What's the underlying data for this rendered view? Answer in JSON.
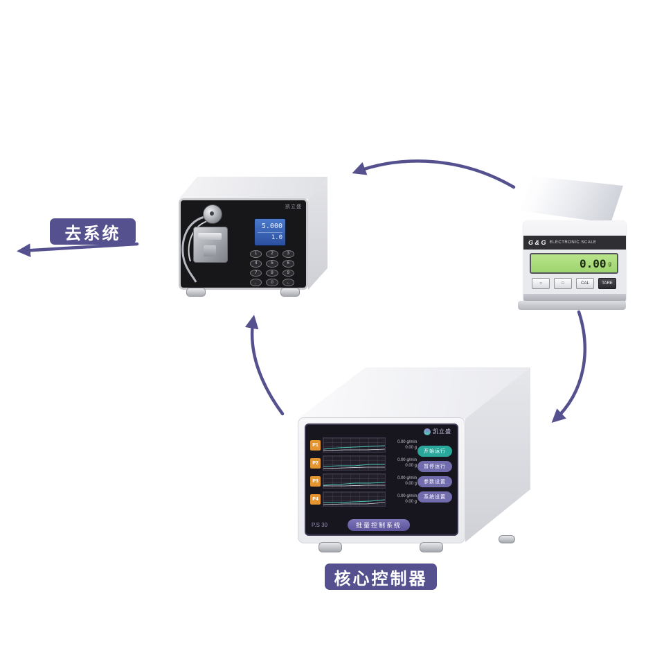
{
  "colors": {
    "accent": "#55518F"
  },
  "labels": {
    "to_system": "去系统",
    "core_controller": "核心控制器"
  },
  "pump": {
    "brand": "凯立盛",
    "screen": {
      "line1": "5.000",
      "line2": "1.0"
    },
    "keypad": [
      "1",
      "2",
      "3",
      "4",
      "5",
      "6",
      "7",
      "8",
      "9",
      ".",
      "0",
      "←"
    ]
  },
  "scale": {
    "brand": "G & G",
    "title": "ELECTRONIC SCALE",
    "display": "0.00",
    "unit": "g",
    "buttons": [
      "○",
      "□",
      "CAL",
      "TARE"
    ]
  },
  "controller": {
    "model": "P.S 30",
    "system_label": "批量控制系统",
    "brand": "凯立盛",
    "channels": [
      {
        "id": "P1",
        "flow": "0.00 g/min",
        "total": "0.00 g"
      },
      {
        "id": "P2",
        "flow": "0.00 g/min",
        "total": "0.00 g"
      },
      {
        "id": "P3",
        "flow": "0.00 g/min",
        "total": "0.00 g"
      },
      {
        "id": "P4",
        "flow": "0.00 g/min",
        "total": "0.00 g"
      }
    ],
    "buttons": [
      {
        "label": "开始运行",
        "color": "#2aa79b"
      },
      {
        "label": "暂停运行",
        "color": "#716cab"
      },
      {
        "label": "参数设置",
        "color": "#716cab"
      },
      {
        "label": "系统设置",
        "color": "#716cab"
      }
    ]
  }
}
